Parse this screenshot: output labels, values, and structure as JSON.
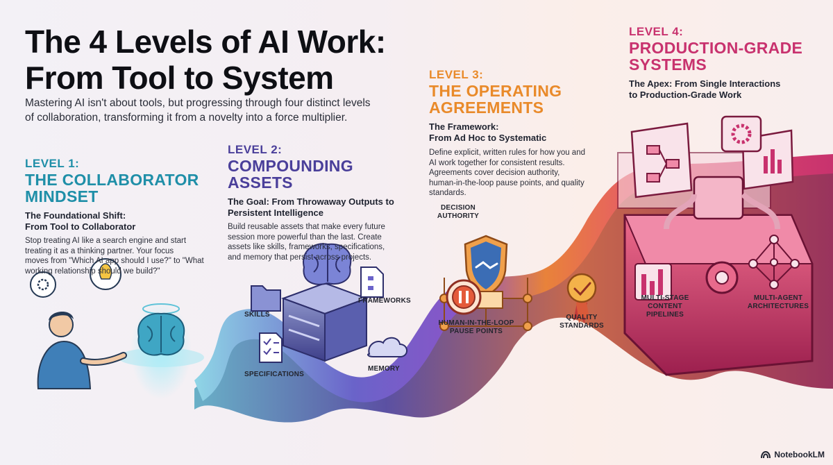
{
  "title_line1": "The 4 Levels of AI Work:",
  "title_line2": "From Tool to System",
  "intro_line1": "Mastering AI isn't about tools, but progressing through four distinct levels",
  "intro_line2": "of collaboration, transforming it from a novelty into a force multiplier.",
  "colors": {
    "level1": "#1f8fa8",
    "level2": "#4a3f9a",
    "level3": "#e98a2a",
    "level4": "#c8326e"
  },
  "levels": [
    {
      "label": "LEVEL 1:",
      "name_line1": "THE COLLABORATOR",
      "name_line2": "MINDSET",
      "sub_line1": "The Foundational Shift:",
      "sub_line2": "From Tool to Collaborator",
      "body_lines": [
        "Stop treating AI like a search engine and start",
        "treating it as a thinking partner. Your focus",
        "moves from \"Which AI app should I use?\" to \"What",
        "working relationship should we build?\""
      ]
    },
    {
      "label": "LEVEL 2:",
      "name_line1": "COMPOUNDING ASSETS",
      "sub_line1": "The Goal: From Throwaway Outputs to",
      "sub_line2": "Persistent Intelligence",
      "body_lines": [
        "Build reusable assets that make every future",
        "session more powerful than the last. Create",
        "assets like skills, frameworks, specifications,",
        "and memory that persist across projects."
      ]
    },
    {
      "label": "LEVEL 3:",
      "name_line1": "THE OPERATING",
      "name_line2": "AGREEMENTS",
      "sub_line1": "The Framework:",
      "sub_line2": "From Ad Hoc to Systematic",
      "body_lines": [
        "Define explicit, written rules for how you and",
        "AI work together for consistent results.",
        "Agreements cover decision authority,",
        "human-in-the-loop pause points, and quality",
        "standards."
      ]
    },
    {
      "label": "LEVEL 4:",
      "name_line1": "PRODUCTION-GRADE",
      "name_line2": "SYSTEMS",
      "sub_line1": "The Apex: From Single Interactions",
      "sub_line2": "to Production-Grade Work"
    }
  ],
  "tags": {
    "skills": "SKILLS",
    "frameworks": "FRAMEWORKS",
    "specifications": "SPECIFICATIONS",
    "memory": "MEMORY",
    "decision_line1": "DECISION",
    "decision_line2": "AUTHORITY",
    "hitl_line1": "HUMAN-IN-THE-LOOP",
    "hitl_line2": "PAUSE POINTS",
    "quality_line1": "QUALITY",
    "quality_line2": "STANDARDS",
    "pipelines_line1": "MULTI-STAGE",
    "pipelines_line2": "CONTENT",
    "pipelines_line3": "PIPELINES",
    "agents_line1": "MULTI-AGENT",
    "agents_line2": "ARCHITECTURES"
  },
  "brand": "NotebookLM"
}
